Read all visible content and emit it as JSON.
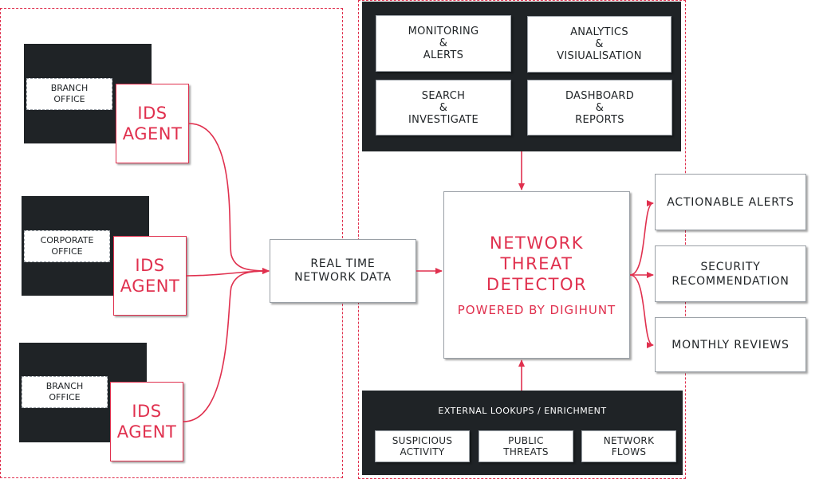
{
  "offices": [
    {
      "label": "BRANCH\nOFFICE",
      "agent": "IDS\nAGENT"
    },
    {
      "label": "CORPORATE\nOFFICE",
      "agent": "IDS\nAGENT"
    },
    {
      "label": "BRANCH\nOFFICE",
      "agent": "IDS\nAGENT"
    }
  ],
  "realtime": {
    "label": "REAL TIME\nNETWORK DATA"
  },
  "features": [
    {
      "label": "MONITORING\n&\nALERTS"
    },
    {
      "label": "ANALYTICS\n&\nVISIUALISATION"
    },
    {
      "label": "SEARCH\n&\nINVESTIGATE"
    },
    {
      "label": "DASHBOARD\n&\nREPORTS"
    }
  ],
  "detector": {
    "title": "NETWORK\nTHREAT\nDETECTOR",
    "powered": "POWERED BY DIGIHUNT"
  },
  "external": {
    "heading": "EXTERNAL LOOKUPS / ENRICHMENT",
    "items": [
      {
        "label": "SUSPICIOUS\nACTIVITY"
      },
      {
        "label": "PUBLIC\nTHREATS"
      },
      {
        "label": "NETWORK\nFLOWS"
      }
    ]
  },
  "outputs": [
    {
      "label": "ACTIONABLE ALERTS"
    },
    {
      "label": "SECURITY\nRECOMMENDATION"
    },
    {
      "label": "MONTHLY REVIEWS"
    }
  ],
  "colors": {
    "accent": "#e0304e",
    "dark": "#1f2326"
  }
}
